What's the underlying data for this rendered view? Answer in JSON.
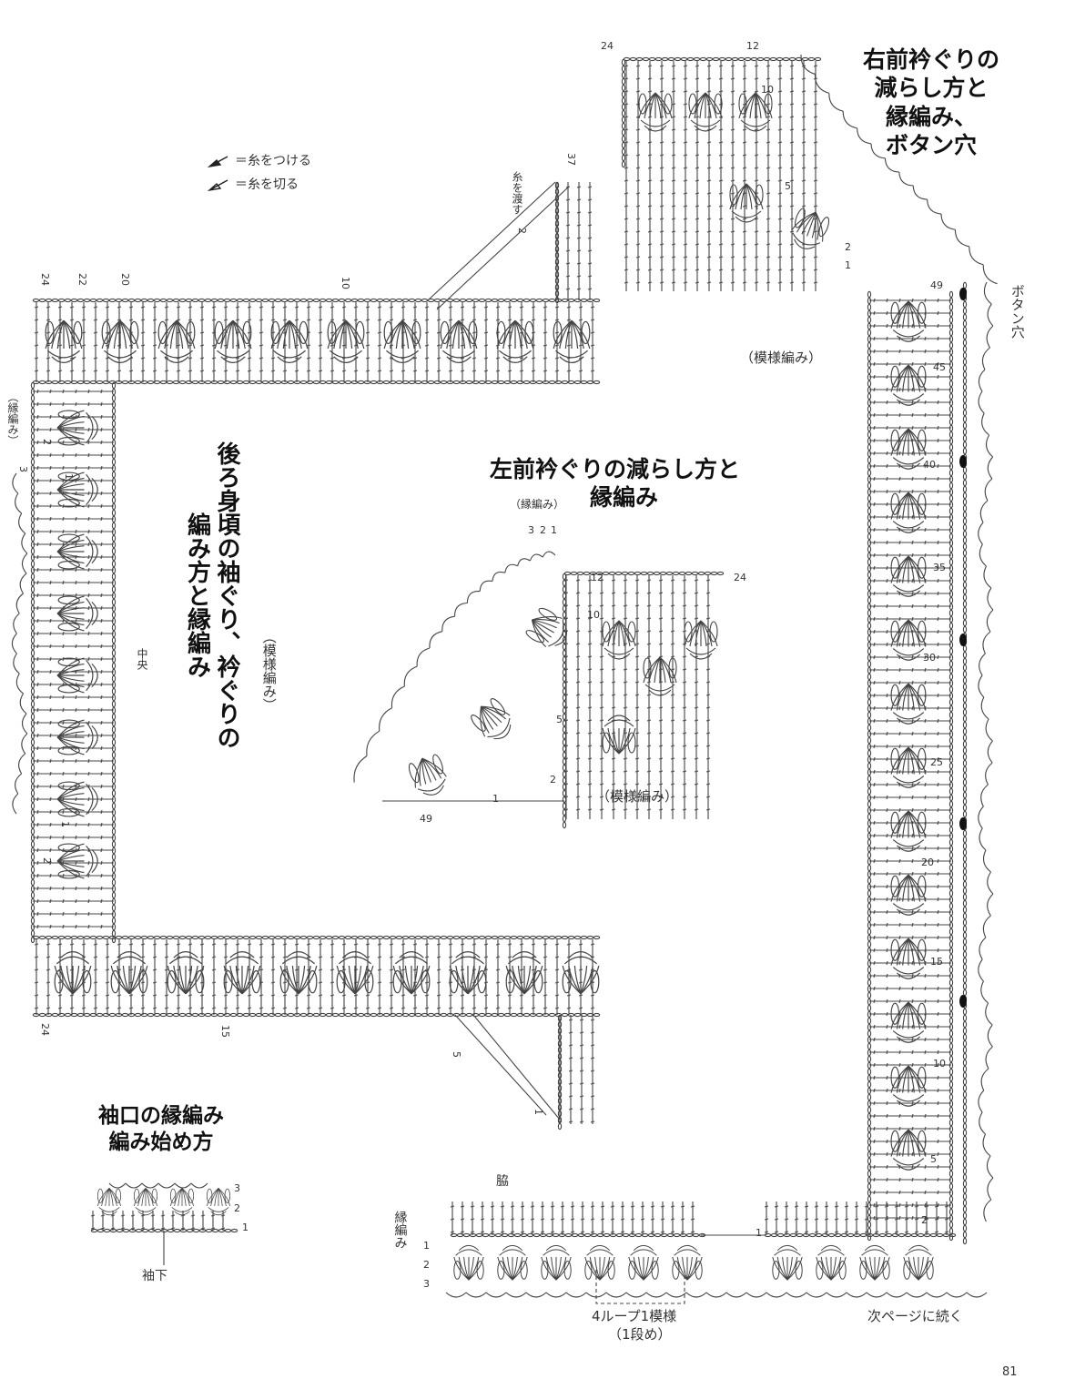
{
  "titles": {
    "right_front": [
      "右前衿ぐりの",
      "減らし方と",
      "縁編み、",
      "ボタン穴"
    ],
    "back": [
      "後ろ身頃の袖ぐり、衿ぐりの",
      "編み方と縁編み"
    ],
    "left_front": [
      "左前衿ぐりの減らし方と",
      "縁編み"
    ],
    "sleeve": [
      "袖口の縁編み",
      "編み始め方"
    ]
  },
  "legend": {
    "attach": "＝糸をつける",
    "cut": "＝糸を切る"
  },
  "labels": {
    "pattern_right": "（模様編み）",
    "pattern_back": "（模様編み）",
    "pattern_left": "（模様編み）",
    "edging_left": "（縁編み）",
    "edging_back": "（縁編み）",
    "edging_bottom": "縁編み",
    "thread_cross": "糸を渡す",
    "center": "中央",
    "button_hole": "ボタン穴",
    "side": "脇",
    "underarm": "袖下",
    "loop_pattern": "4ループ1模様",
    "first_row": "（1段め）",
    "continued": "次ページに続く",
    "page_number": "81"
  },
  "row_numbers": {
    "right_top": [
      "24",
      "12",
      "10",
      "5",
      "2",
      "1"
    ],
    "right_band": [
      "49",
      "45",
      "40",
      "35",
      "30",
      "25",
      "20",
      "15",
      "10",
      "5",
      "2",
      "1"
    ],
    "back_top": [
      "24",
      "22",
      "20",
      "10",
      "2",
      "37"
    ],
    "back_bottom": [
      "24",
      "15",
      "5",
      "1"
    ],
    "back_left": [
      "3",
      "2",
      "1",
      "2",
      "1"
    ],
    "left_front": [
      "3",
      "2",
      "1",
      "12",
      "10",
      "5",
      "2",
      "1",
      "49",
      "24"
    ],
    "sleeve": [
      "3",
      "2",
      "1"
    ],
    "edging_rows": [
      "1",
      "2",
      "3"
    ]
  },
  "colors": {
    "ink": "#333333",
    "paper": "#ffffff"
  }
}
